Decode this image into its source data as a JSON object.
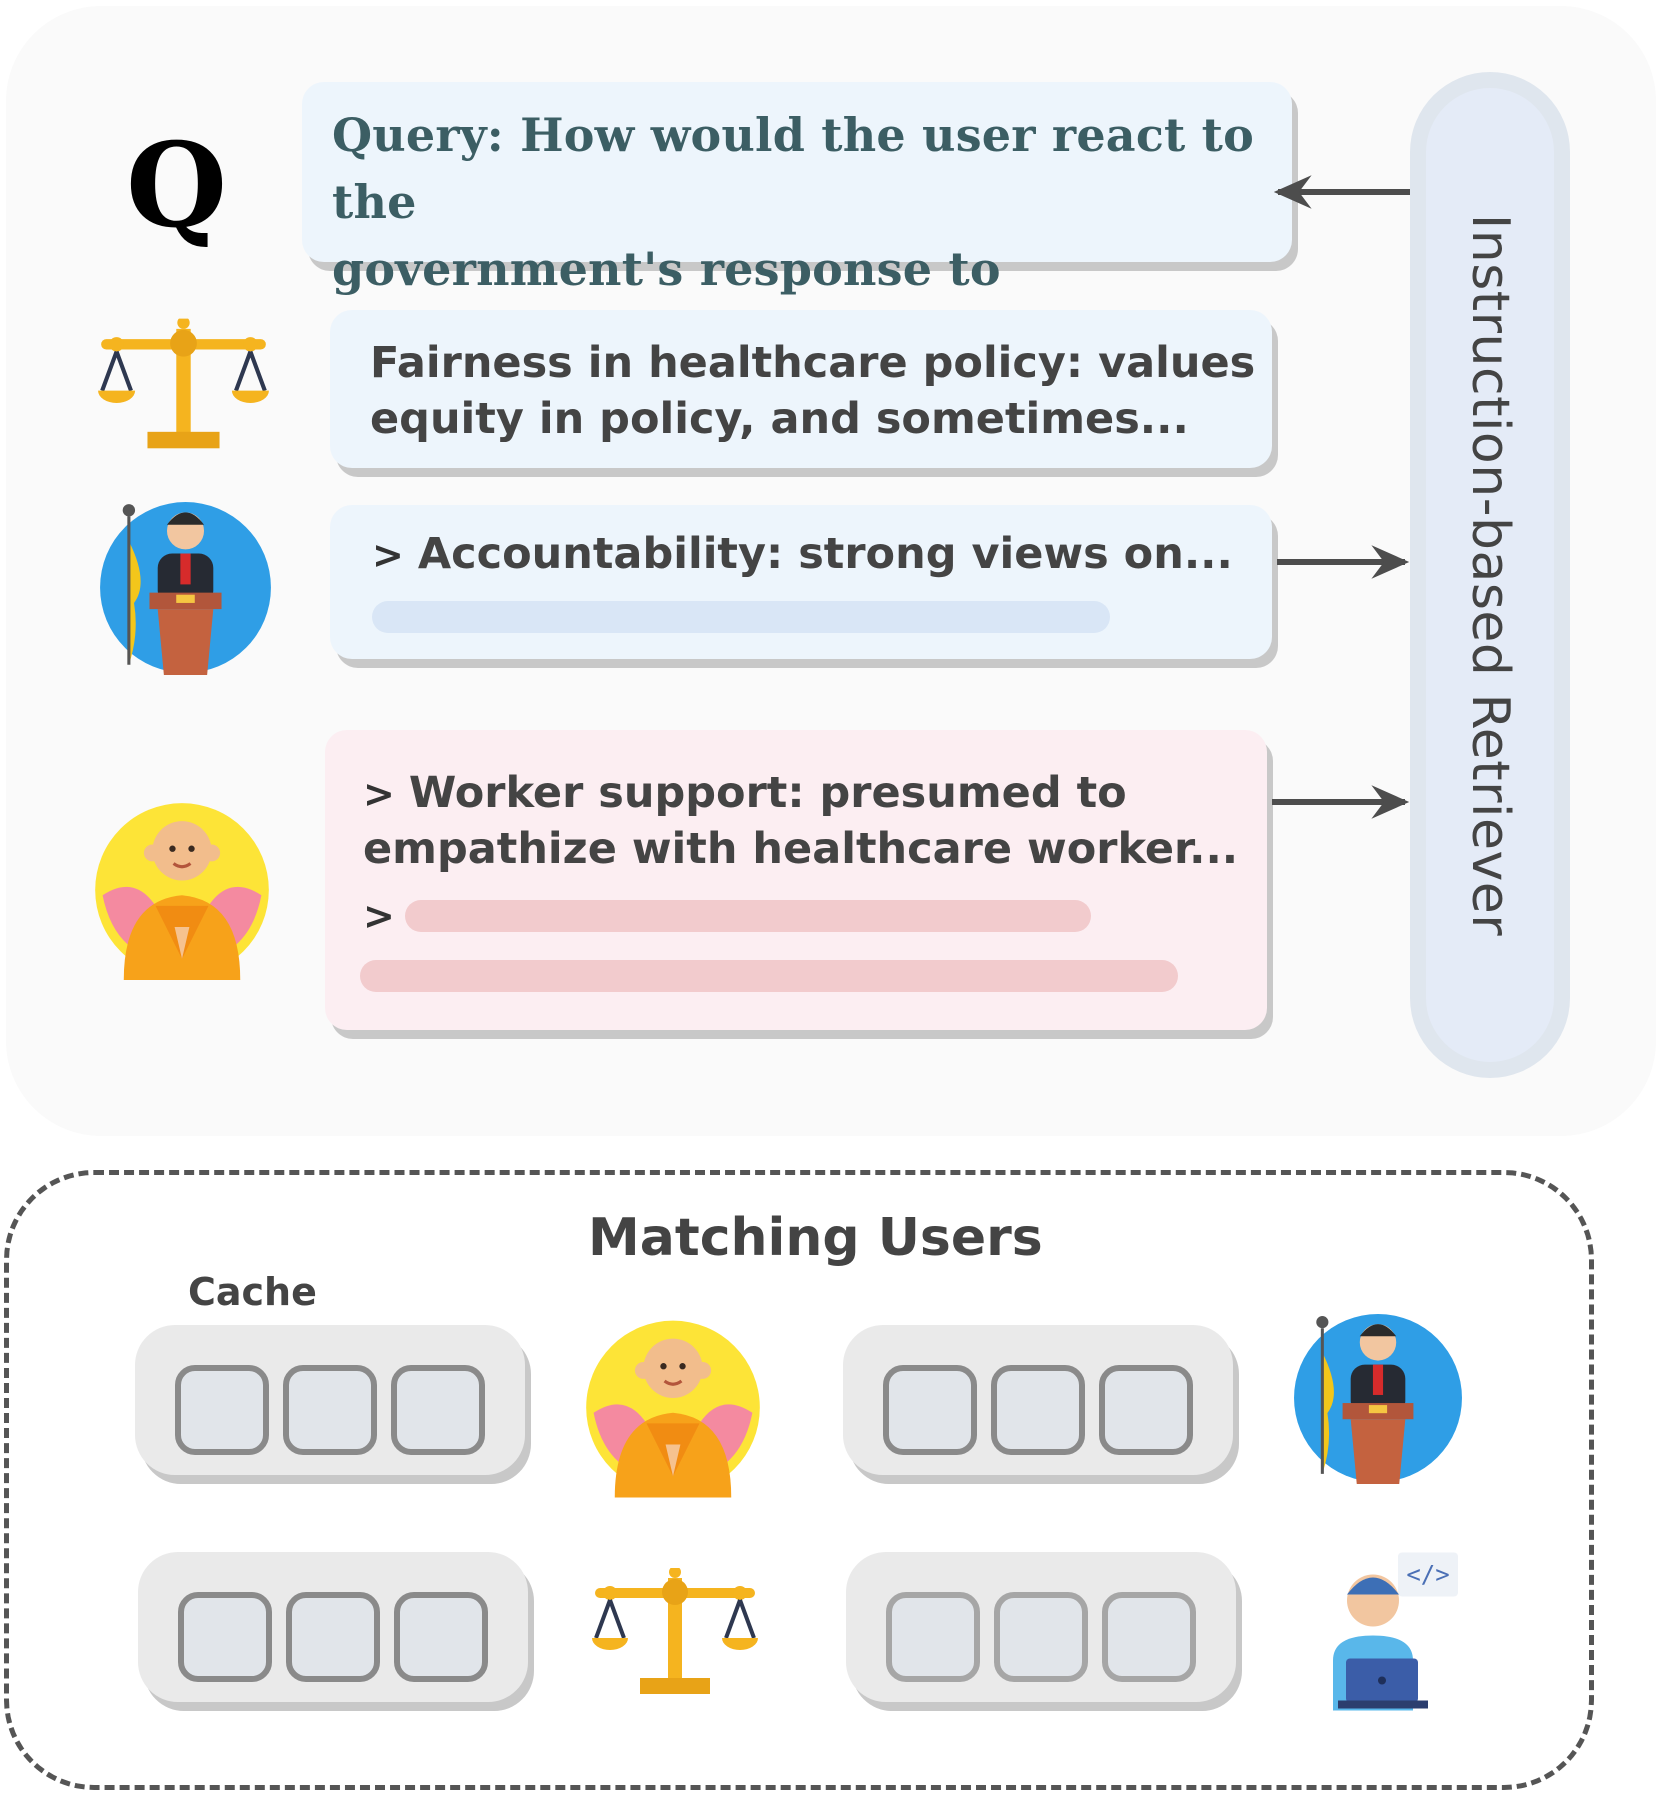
{
  "query": {
    "letter": "Q",
    "line1": "Query: How would the user react to the",
    "line2": "government's response to pandemic...."
  },
  "cards": {
    "fairness": {
      "line1": "Fairness in healthcare policy: values",
      "line2": "equity in policy, and sometimes..."
    },
    "accountability": {
      "chevron": ">",
      "text": "Accountability: strong views on..."
    },
    "worker": {
      "chevron": ">",
      "line1": "Worker support: presumed to",
      "line2": "empathize with healthcare worker...",
      "chevron2": ">"
    }
  },
  "retriever": {
    "label": "Instruction-based Retriever"
  },
  "matching": {
    "title": "Matching Users",
    "cache_label": "Cache"
  },
  "icons": {
    "scales": "balance-scale-icon",
    "politician": "politician-icon",
    "monk": "monk-icon",
    "developer": "developer-icon"
  },
  "colors": {
    "query_text": "#3c5e64",
    "blue_card": "#edf5fc",
    "pink_card": "#fceef2",
    "retriever": "#e4ebf7"
  }
}
